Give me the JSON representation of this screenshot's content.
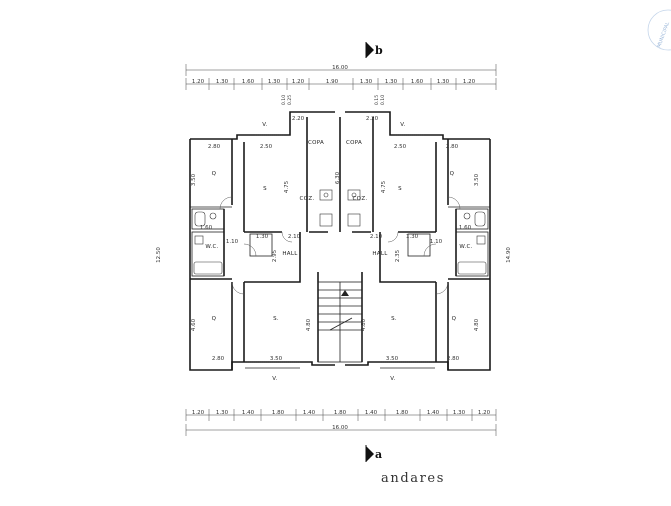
{
  "title": "andares",
  "section_marks": {
    "top": "b",
    "bottom": "a"
  },
  "overall": {
    "width_top": "16.00",
    "width_bottom": "16.00",
    "height_left": "12.50",
    "height_right": "14.90"
  },
  "top_dims": [
    "1.20",
    "1.30",
    "1.60",
    "1.30",
    "1.20",
    "1.90",
    "1.30",
    "1.30",
    "1.60",
    "1.30",
    "1.20"
  ],
  "bottom_dims": [
    "1.20",
    "1.30",
    "1.40",
    "1.80",
    "1.40",
    "1.80",
    "1.40",
    "1.80",
    "1.40",
    "1.30",
    "1.20"
  ],
  "rooms": {
    "copa": "COPA",
    "coz": "COZ.",
    "hall": "HALL",
    "wc": "W.C.",
    "quarto": "Q",
    "sala": "S",
    "sala_dot": "S.",
    "varanda": "V."
  },
  "dims": {
    "d280": "2.80",
    "d250": "2.50",
    "d220": "2.20",
    "d350": "3.50",
    "d475": "4.75",
    "d630": "6.30",
    "d460": "4.60",
    "d480": "4.80",
    "d210": "2.10",
    "d130": "1.30",
    "d110": "1.10",
    "d160": "1.60",
    "d295": "2.95",
    "d235": "2.35",
    "v015": "0.15",
    "v010": "0.10",
    "v025": "0.25"
  },
  "stamp": "MUNICIPAL"
}
